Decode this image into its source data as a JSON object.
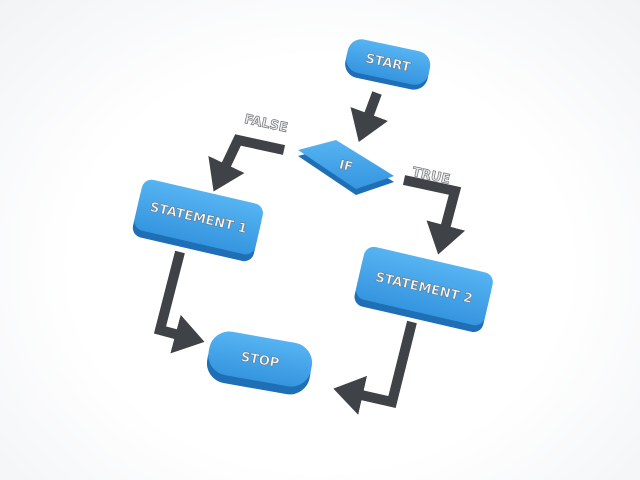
{
  "diagram": {
    "nodes": {
      "start": "START",
      "if": "IF",
      "statement1": "STATEMENT 1",
      "statement2": "STATEMENT 2",
      "stop": "STOP"
    },
    "edges": {
      "false_label": "FALSE",
      "true_label": "TRUE"
    },
    "colors": {
      "node_fill": "#3a9fe6",
      "node_side": "#1e6fb5",
      "arrow": "#3f4347"
    }
  }
}
